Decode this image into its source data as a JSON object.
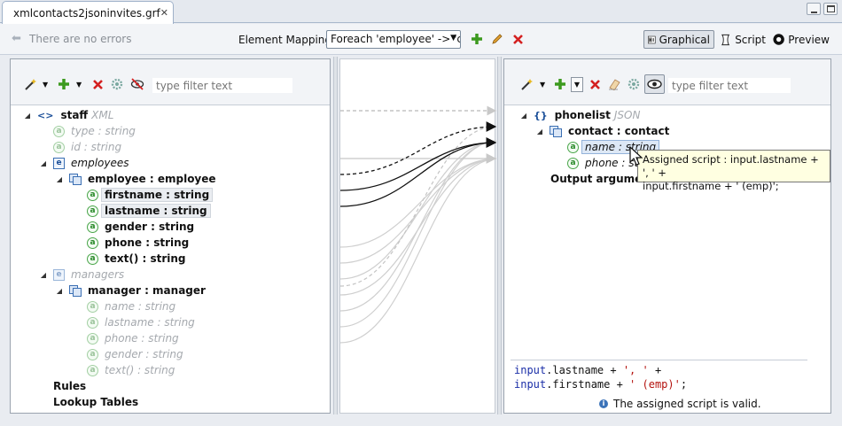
{
  "tab": {
    "title": "xmlcontacts2jsoninvites.grf",
    "close": "✕"
  },
  "toolbar": {
    "errors": "There are no errors",
    "element_mapping_label": "Element Mapping",
    "mapping_value": "Foreach 'employee' -> 'c",
    "views": {
      "graphical": "Graphical",
      "script": "Script",
      "preview": "Preview"
    }
  },
  "left": {
    "filter_placeholder": "type filter text",
    "tree": {
      "staff": "staff",
      "staff_type": "XML",
      "type_attr": "type : string",
      "id_attr": "id : string",
      "employees": "employees",
      "employee": "employee : employee",
      "firstname": "firstname : string",
      "lastname": "lastname : string",
      "gender": "gender : string",
      "phone": "phone : string",
      "text": "text() : string",
      "managers": "managers",
      "manager": "manager : manager",
      "m_name": "name : string",
      "m_lastname": "lastname : string",
      "m_phone": "phone : string",
      "m_gender": "gender : string",
      "m_text": "text() : string",
      "rules": "Rules",
      "lookup": "Lookup Tables"
    }
  },
  "right": {
    "filter_placeholder": "type filter text",
    "tree": {
      "phonelist": "phonelist",
      "phonelist_type": "JSON",
      "contact": "contact : contact",
      "name": "name : string",
      "phone": "phone : string",
      "output_args": "Output arguments"
    },
    "tooltip": {
      "line1": "Assigned script : input.lastname + ', ' +",
      "line2": "input.firstname + ' (emp)';"
    },
    "script": {
      "l1_kw": "input",
      "l1_rest": ".lastname + ",
      "l1_str": "', '",
      "l1_end": " +",
      "l2_kw": "input",
      "l2_rest": ".firstname + ",
      "l2_str": "' (emp)'",
      "l2_end": ";"
    },
    "status": "The assigned script is valid."
  },
  "colors": {
    "accent": "#1b4f99",
    "attr_green": "#4aa64a",
    "tooltip_bg": "#ffffe1"
  }
}
